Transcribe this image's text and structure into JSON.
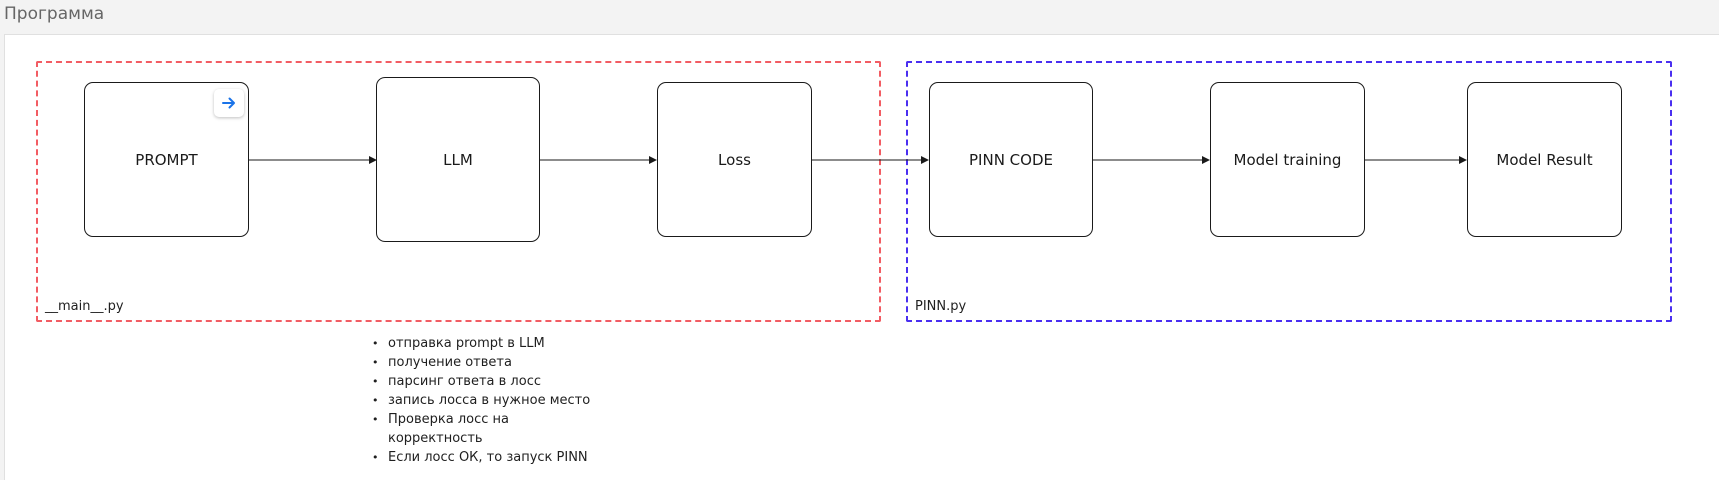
{
  "page": {
    "title": "Программа"
  },
  "groups": {
    "main": {
      "label": "__main__.py",
      "color": "#f25c63"
    },
    "pinn": {
      "label": "PINN.py",
      "color": "#4a2ff0"
    }
  },
  "nodes": {
    "prompt": "PROMPT",
    "llm": "LLM",
    "loss": "Loss",
    "pinn_code": "PINN CODE",
    "model_training": "Model training",
    "model_result": "Model Result"
  },
  "icons": {
    "prompt_action": "arrow-right-icon",
    "accent": "#1a73e8"
  },
  "notes": [
    "отправка prompt в LLM",
    "получение ответа",
    "парсинг ответа в лосс",
    "запись лосса в нужное место",
    "Проверка лосс на корректность",
    "Если лосс ОК, то запуск PINN"
  ]
}
